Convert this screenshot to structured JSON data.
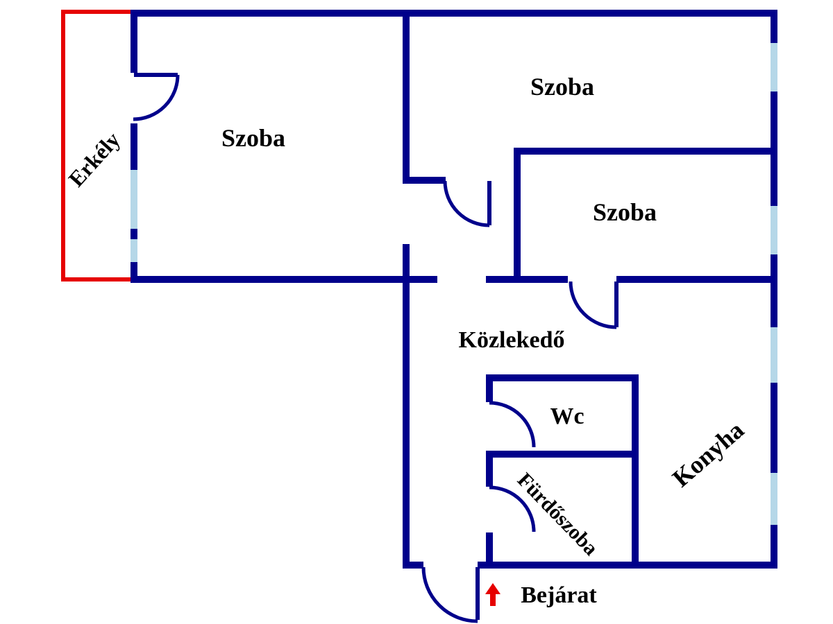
{
  "colors": {
    "wall": "#00008B",
    "balcony_outline": "#e60000",
    "window": "#b5d7e8",
    "text": "#000000",
    "entrance_arrow": "#e60000"
  },
  "rooms": {
    "szoba_left": {
      "label": "Szoba"
    },
    "szoba_top_right": {
      "label": "Szoba"
    },
    "szoba_mid_right": {
      "label": "Szoba"
    },
    "kozlekedo": {
      "label": "Közlekedő"
    },
    "wc": {
      "label": "Wc"
    },
    "furdoszoba": {
      "label": "Fürdőszoba"
    },
    "konyha": {
      "label": "Konyha"
    },
    "erkely": {
      "label": "Erkély"
    }
  },
  "entrance": {
    "label": "Bejárat",
    "arrow_icon": "up-arrow"
  }
}
